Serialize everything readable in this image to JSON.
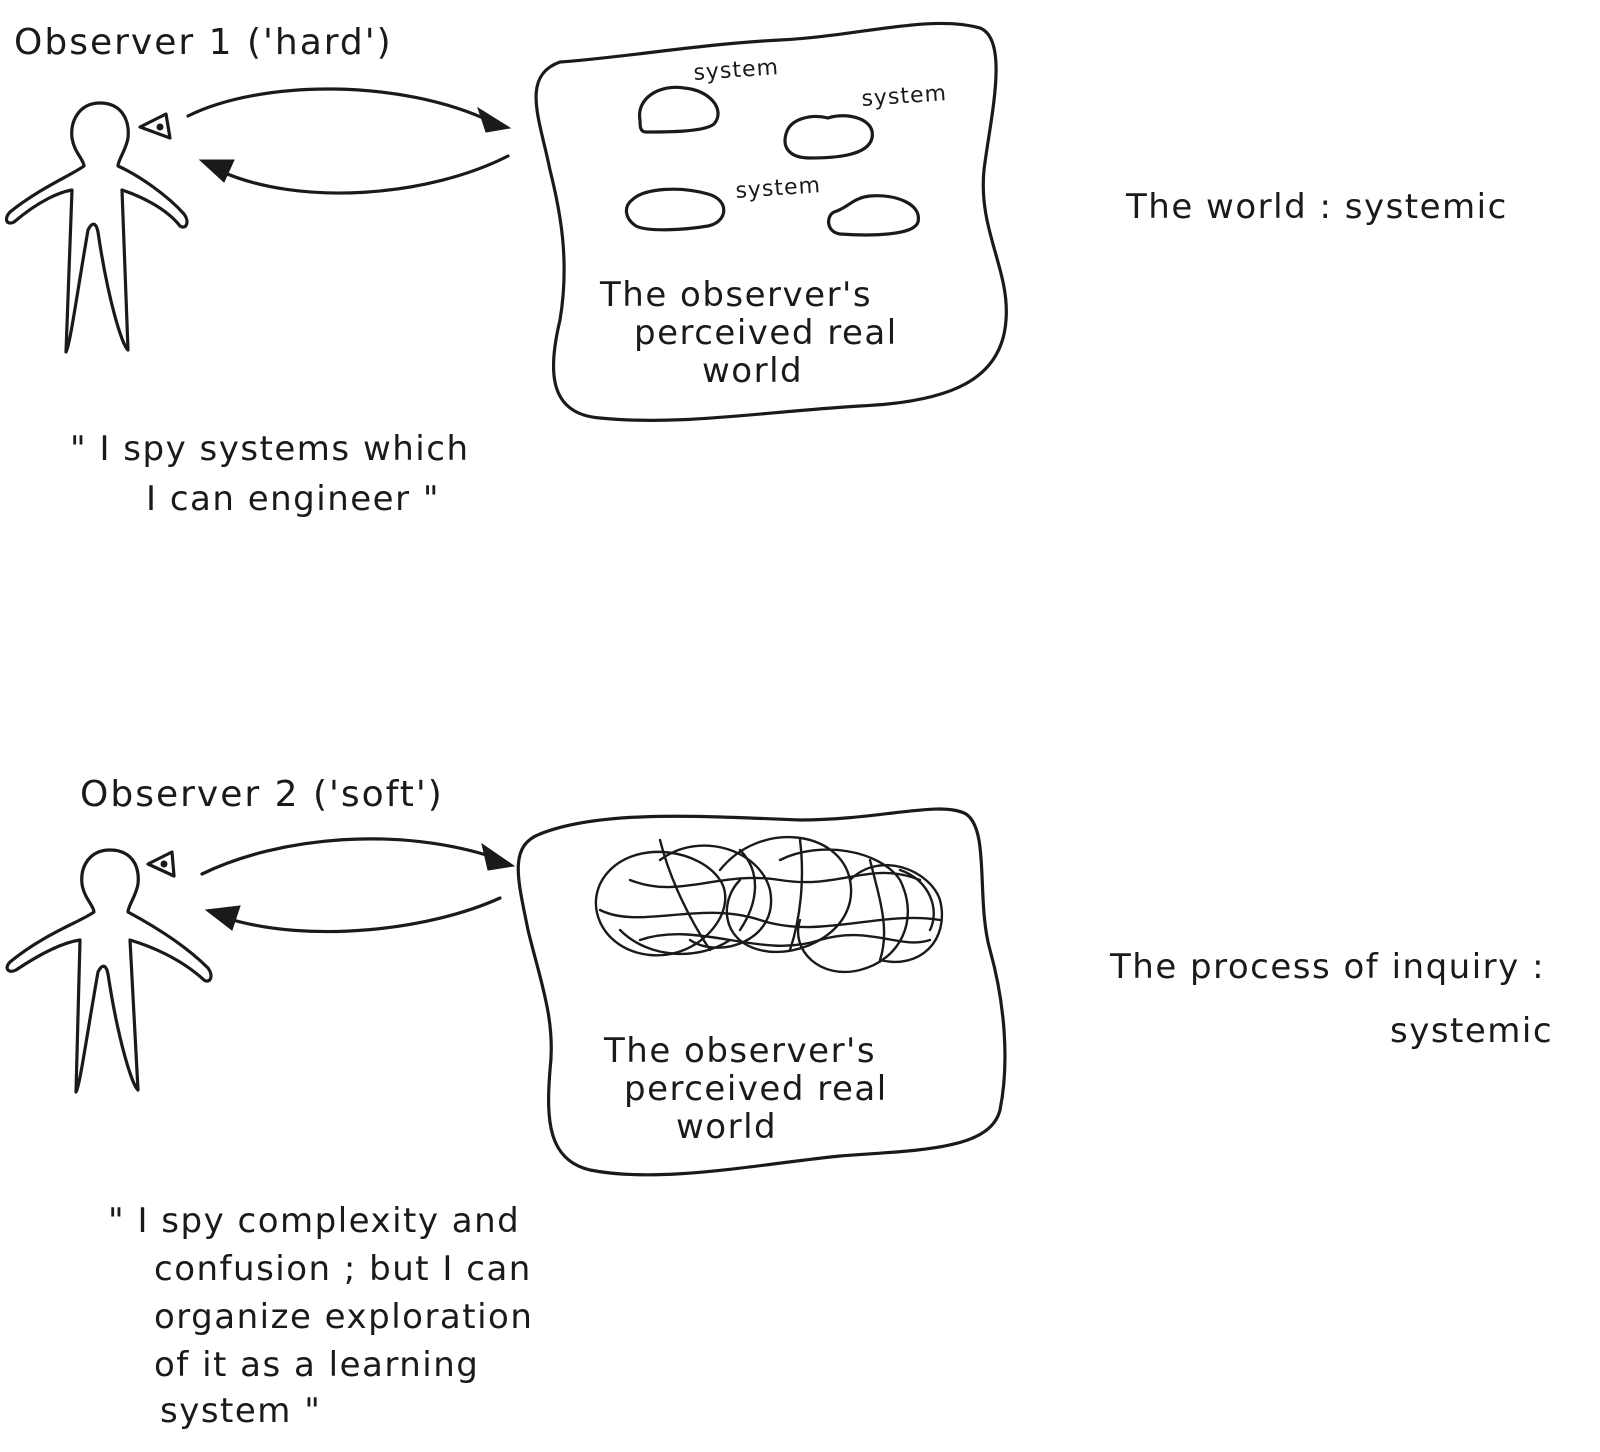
{
  "observer1": {
    "title": "Observer 1 ('hard')",
    "quote_line1": "\" I spy systems which",
    "quote_line2": "I can engineer \"",
    "world_line1": "The observer's",
    "world_line2": "perceived real",
    "world_line3": "world",
    "system_label_1": "system",
    "system_label_2": "system",
    "system_label_3": "system",
    "side_label": "The world : systemic"
  },
  "observer2": {
    "title": "Observer 2 ('soft')",
    "quote_line1": "\" I spy complexity and",
    "quote_line2": "confusion ; but I can",
    "quote_line3": "organize exploration",
    "quote_line4": "of it as a learning",
    "quote_line5": "system \"",
    "world_line1": "The observer's",
    "world_line2": "perceived real",
    "world_line3": "world",
    "side_label_line1": "The process of inquiry :",
    "side_label_line2": "systemic"
  }
}
